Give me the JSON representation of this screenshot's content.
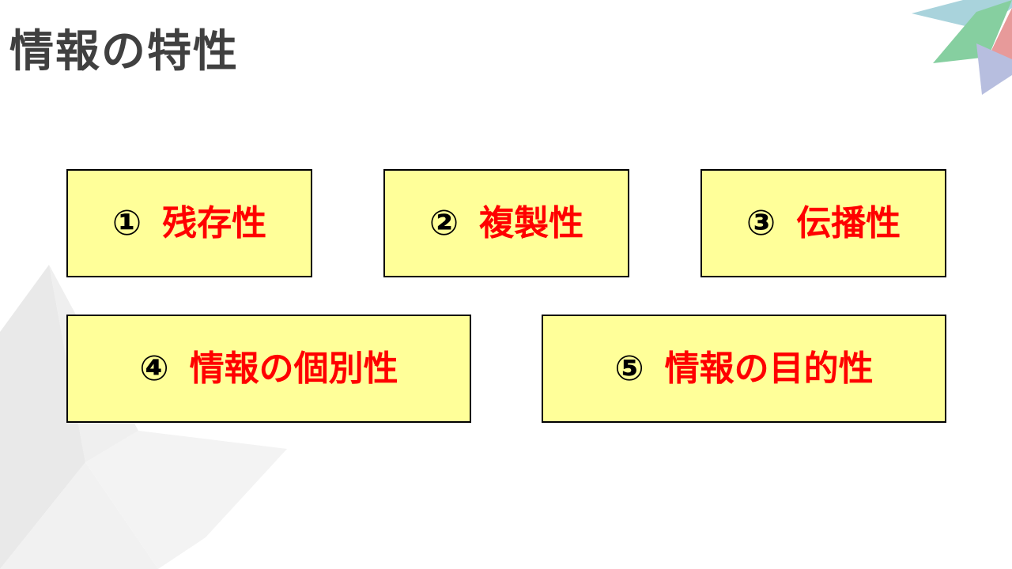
{
  "slide": {
    "title": "情報の特性"
  },
  "items": [
    {
      "number": "①",
      "label": "残存性"
    },
    {
      "number": "②",
      "label": "複製性"
    },
    {
      "number": "③",
      "label": "伝播性"
    },
    {
      "number": "④",
      "label": "情報の個別性"
    },
    {
      "number": "⑤",
      "label": "情報の目的性"
    }
  ],
  "colors": {
    "background": "#ffffff",
    "title": "#404040",
    "card_fill": "#ffff99",
    "card_border": "#000000",
    "label": "#ff0000",
    "number": "#000000"
  }
}
